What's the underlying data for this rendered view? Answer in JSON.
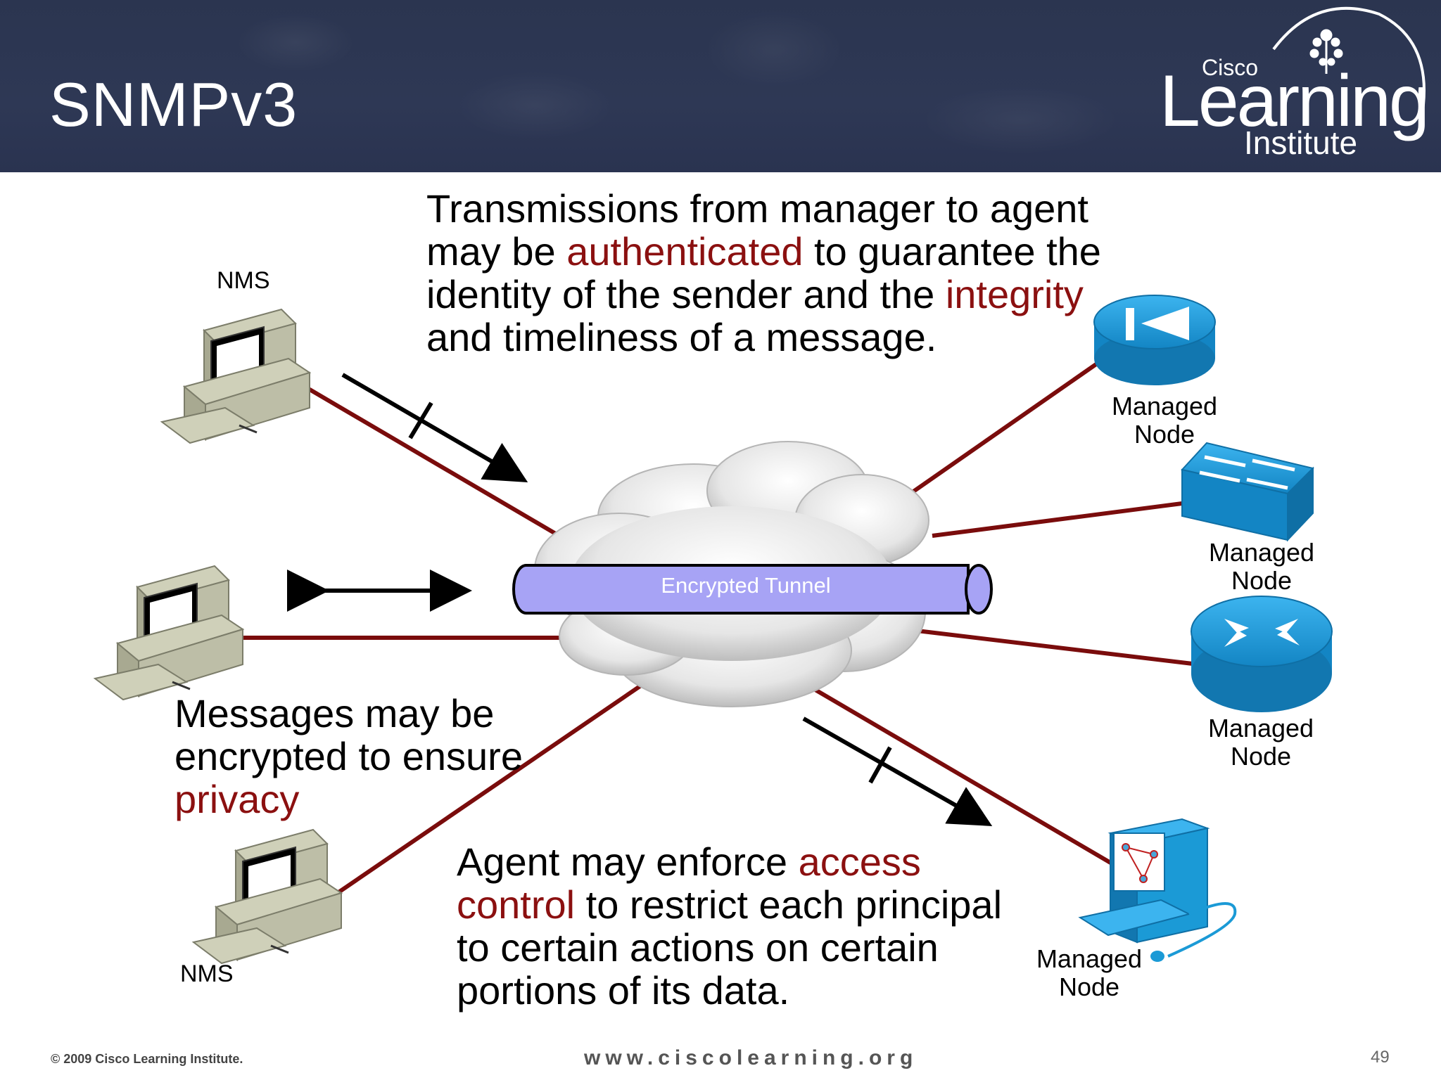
{
  "header": {
    "title": "SNMPv3",
    "logo": {
      "line1": "Cisco",
      "line2": "Learning",
      "line3": "Institute"
    }
  },
  "nms_labels": {
    "top": "NMS",
    "bottom": "NMS"
  },
  "managed_node_label": "Managed\nNode",
  "tunnel_label": "Encrypted Tunnel",
  "text_top": {
    "p1": "Transmissions from manager to agent may be ",
    "h1": "authenticated",
    "p2": " to guarantee the identity of the sender and the ",
    "h2": "integrity",
    "p3": " and timeliness of a message."
  },
  "text_left": {
    "p1": "Messages may be encrypted to ensure ",
    "h1": "privacy"
  },
  "text_bottom": {
    "p1": "Agent may enforce ",
    "h1": "access control",
    "p2": " to restrict each principal to certain actions on certain portions of its data."
  },
  "footer": {
    "copyright": "© 2009 Cisco Learning Institute.",
    "url": "www.ciscolearning.org",
    "page": "49"
  },
  "colors": {
    "header_bg": "#2b3550",
    "highlight": "#8b1010",
    "link_line": "#7a0c0c",
    "tunnel_fill": "#a7a3f5",
    "device_blue": "#1b9ad6"
  }
}
